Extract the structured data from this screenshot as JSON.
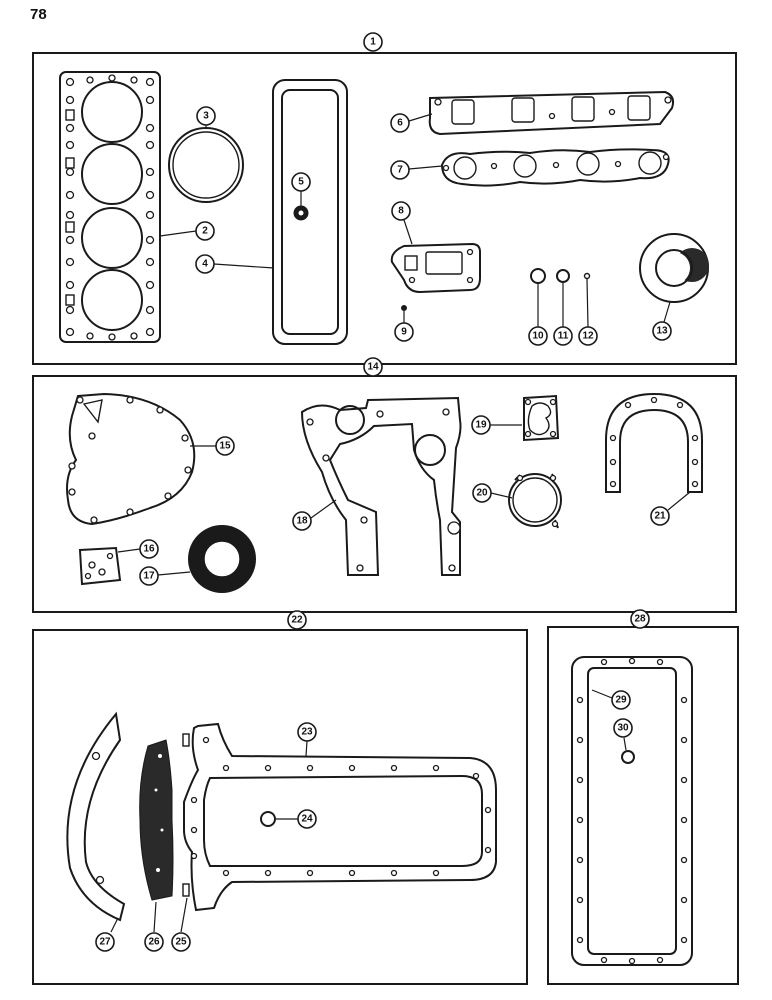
{
  "page_number": "78",
  "callouts": {
    "c1": "1",
    "c2": "2",
    "c3": "3",
    "c4": "4",
    "c5": "5",
    "c6": "6",
    "c7": "7",
    "c8": "8",
    "c9": "9",
    "c10": "10",
    "c11": "11",
    "c12": "12",
    "c13": "13",
    "c14": "14",
    "c15": "15",
    "c16": "16",
    "c17": "17",
    "c18": "18",
    "c19": "19",
    "c20": "20",
    "c21": "21",
    "c22": "22",
    "c23": "23",
    "c24": "24",
    "c25": "25",
    "c26": "26",
    "c27": "27",
    "c28": "28",
    "c29": "29",
    "c30": "30"
  },
  "colors": {
    "ink": "#1a1a1a",
    "paper": "#ffffff"
  }
}
